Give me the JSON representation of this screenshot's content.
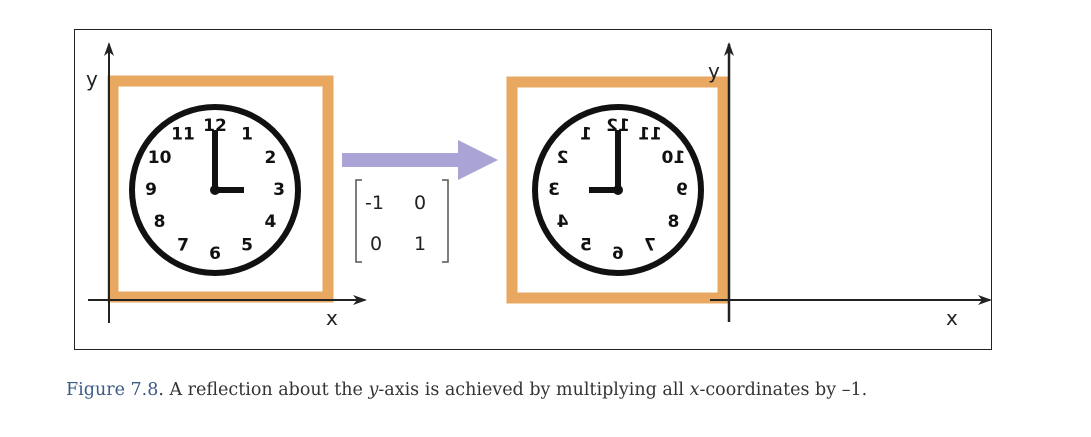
{
  "diagram": {
    "left_panel": {
      "y_axis_label": "y",
      "x_axis_label": "x",
      "clock_numbers": [
        "12",
        "1",
        "2",
        "3",
        "4",
        "5",
        "6",
        "7",
        "8",
        "9",
        "10",
        "11"
      ]
    },
    "matrix": {
      "row1": [
        "-1",
        "0"
      ],
      "row2": [
        "0",
        "1"
      ]
    },
    "right_panel": {
      "y_axis_label": "y",
      "x_axis_label": "x",
      "clock_numbers": [
        "12",
        "1",
        "2",
        "3",
        "4",
        "5",
        "6",
        "7",
        "8",
        "9",
        "10",
        "11"
      ]
    },
    "colors": {
      "frame_orange": "#e9a860",
      "arrow_lavender": "#a9a3d6",
      "axis": "#222222"
    }
  },
  "caption": {
    "label": "Figure 7.8",
    "text_part1": ". A reflection about the ",
    "text_italic1": "y",
    "text_part2": "-axis is achieved by multiplying all ",
    "text_italic2": "x",
    "text_part3": "-coordinates by –1."
  }
}
